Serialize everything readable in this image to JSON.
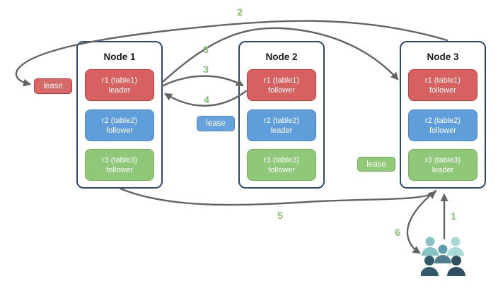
{
  "nodes": [
    {
      "title": "Node 1",
      "replicas": [
        {
          "range": "r1 (table1)",
          "role": "leader",
          "color": "red"
        },
        {
          "range": "r2 (table2)",
          "role": "follower",
          "color": "blue"
        },
        {
          "range": "r3 (table3)",
          "role": "follower",
          "color": "green"
        }
      ]
    },
    {
      "title": "Node 2",
      "replicas": [
        {
          "range": "r1 (table1)",
          "role": "follower",
          "color": "red"
        },
        {
          "range": "r2 (table2)",
          "role": "leader",
          "color": "blue"
        },
        {
          "range": "r3 (table3)",
          "role": "follower",
          "color": "green"
        }
      ]
    },
    {
      "title": "Node 3",
      "replicas": [
        {
          "range": "r1 (table1)",
          "role": "follower",
          "color": "red"
        },
        {
          "range": "r2 (table2)",
          "role": "follower",
          "color": "blue"
        },
        {
          "range": "r3 (table3)",
          "role": "leader",
          "color": "green"
        }
      ]
    }
  ],
  "leases": [
    {
      "label": "lease",
      "color": "red"
    },
    {
      "label": "lease",
      "color": "blue"
    },
    {
      "label": "lease",
      "color": "green"
    }
  ],
  "steps": {
    "s1": "1",
    "s2": "2",
    "s3a": "3",
    "s3b": "3",
    "s4": "4",
    "s5": "5",
    "s6": "6"
  },
  "icons": {
    "users": "users-group-icon"
  },
  "colors": {
    "red_fill": "#d76060",
    "red_border": "#d03434",
    "blue_fill": "#5f9ddb",
    "blue_border": "#4788c8",
    "green_fill": "#8fc878",
    "green_border": "#73b058",
    "node_border": "#2b4a73",
    "arrow": "#646464",
    "step_label": "#85c16c",
    "users_back_left": "#86c2c2",
    "users_back_right": "#a8d8d8",
    "users_middle": "#5ba1aa",
    "users_middle_body": "#4e7d8b",
    "users_front_left": "#315a6c",
    "users_front_right": "#2e4f61"
  }
}
